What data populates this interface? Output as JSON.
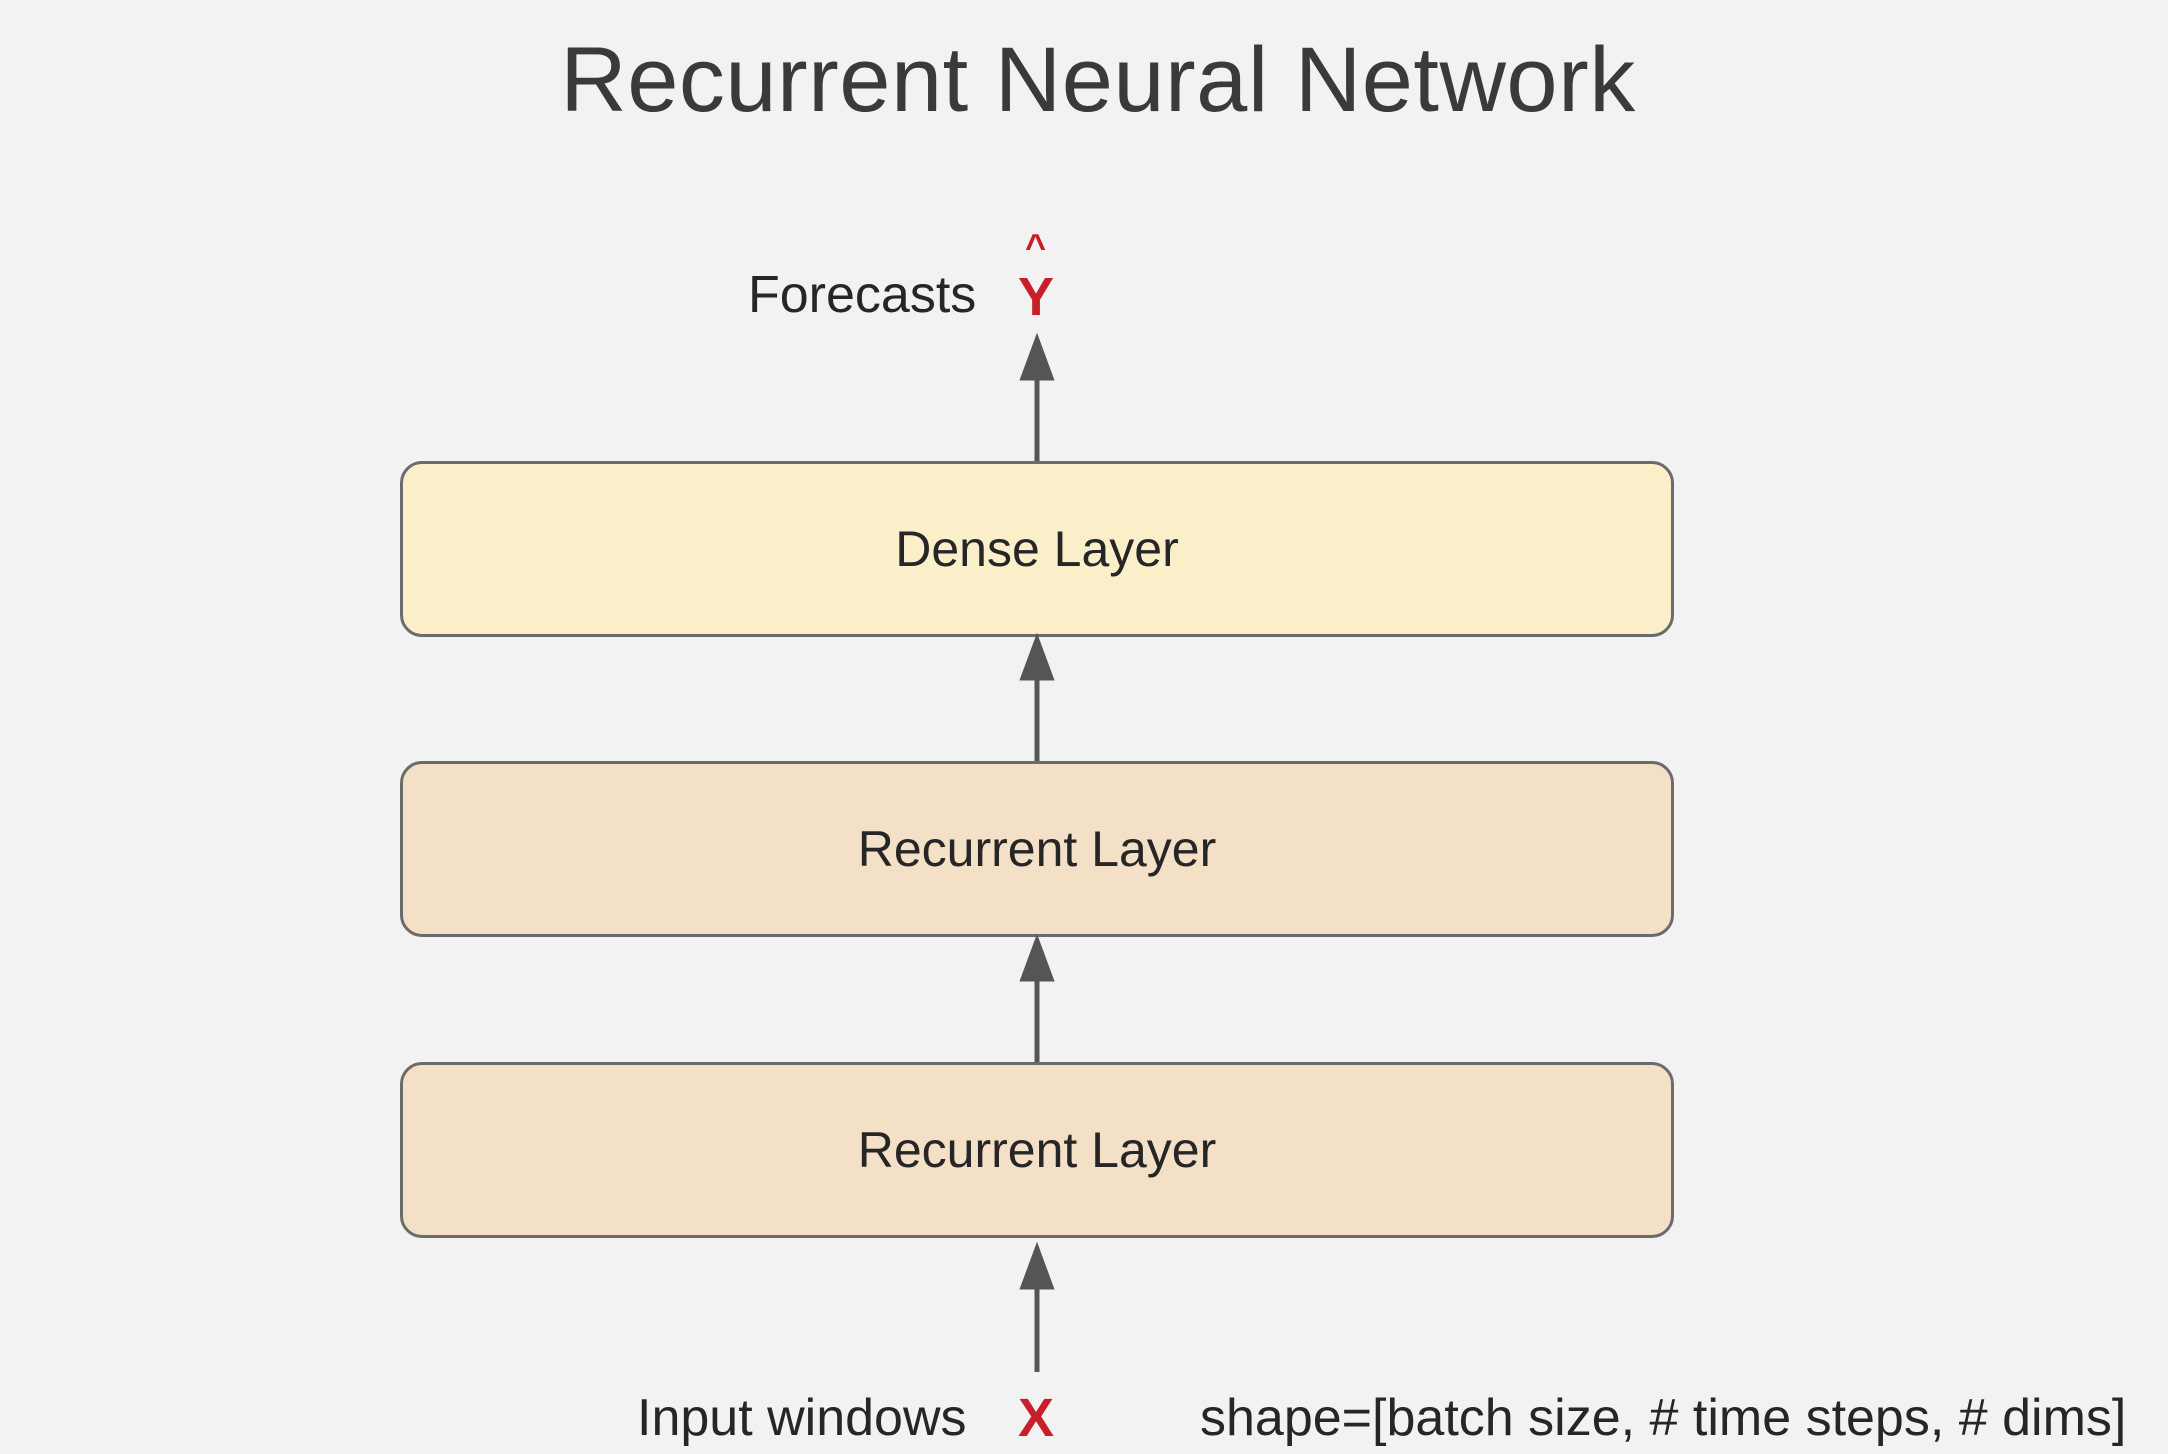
{
  "title": "Recurrent Neural Network",
  "output": {
    "label": "Forecasts",
    "variable": "Y",
    "hat": "^"
  },
  "layers": [
    {
      "label": "Dense Layer",
      "color": "#fbefca"
    },
    {
      "label": "Recurrent Layer",
      "color": "#f4e0c6"
    },
    {
      "label": "Recurrent Layer",
      "color": "#f4e0c6"
    }
  ],
  "input": {
    "label": "Input windows",
    "variable": "X",
    "shape": "shape=[batch size, # time steps, # dims]"
  },
  "colors": {
    "accent": "#c8202a",
    "arrow": "#555555",
    "border": "#6b6b6b",
    "background": "#f2f2f2"
  }
}
